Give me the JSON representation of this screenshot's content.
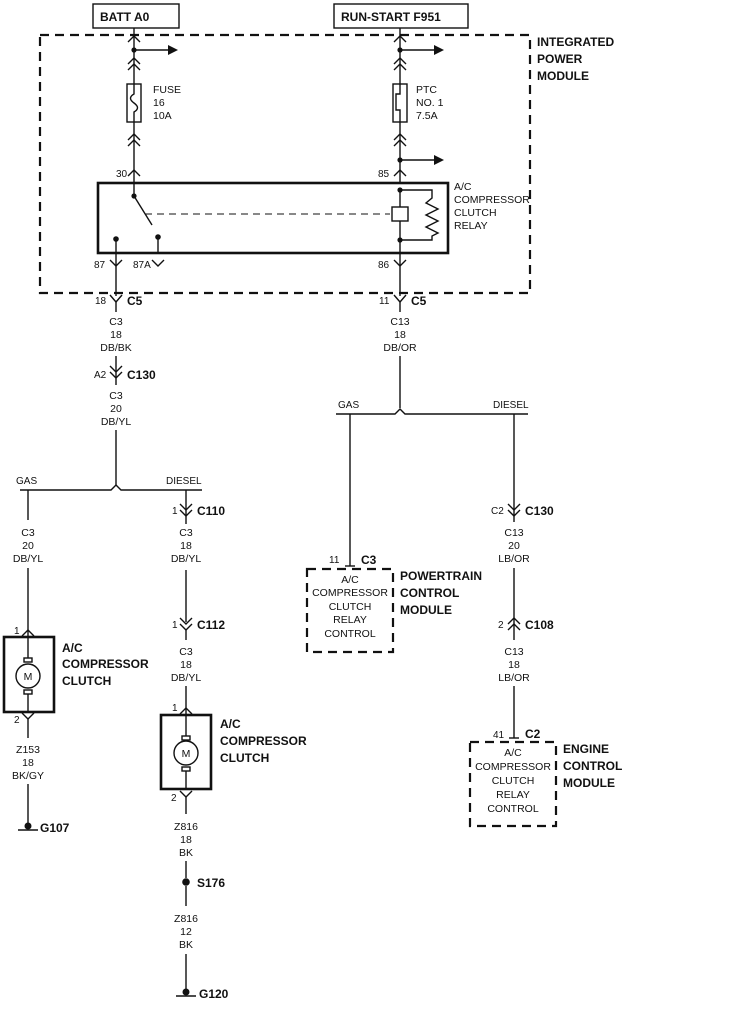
{
  "sources": {
    "batt": "BATT A0",
    "run_start": "RUN-START F951"
  },
  "ipm": {
    "line1": "INTEGRATED",
    "line2": "POWER",
    "line3": "MODULE"
  },
  "fuse": {
    "l1": "FUSE",
    "l2": "16",
    "l3": "10A"
  },
  "ptc": {
    "l1": "PTC",
    "l2": "NO. 1",
    "l3": "7.5A"
  },
  "relay": {
    "l1": "A/C",
    "l2": "COMPRESSOR",
    "l3": "CLUTCH",
    "l4": "RELAY",
    "pin30": "30",
    "pin85": "85",
    "pin87": "87",
    "pin87a": "87A",
    "pin86": "86"
  },
  "left": {
    "c5_pin": "18",
    "c5": "C5",
    "w1": {
      "circuit": "C3",
      "gauge": "18",
      "color": "DB/BK"
    },
    "c130_pin": "A2",
    "c130": "C130",
    "w2": {
      "circuit": "C3",
      "gauge": "20",
      "color": "DB/YL"
    },
    "gas": "GAS",
    "diesel": "DIESEL"
  },
  "gas_branch": {
    "w": {
      "circuit": "C3",
      "gauge": "20",
      "color": "DB/YL"
    },
    "pin1": "1",
    "pin2": "2",
    "motor": "M",
    "label": {
      "l1": "A/C",
      "l2": "COMPRESSOR",
      "l3": "CLUTCH"
    },
    "gw": {
      "circuit": "Z153",
      "gauge": "18",
      "color": "BK/GY"
    },
    "ground": "G107"
  },
  "diesel_branch": {
    "c110_pin": "1",
    "c110": "C110",
    "w1": {
      "circuit": "C3",
      "gauge": "18",
      "color": "DB/YL"
    },
    "c112_pin": "1",
    "c112": "C112",
    "w2": {
      "circuit": "C3",
      "gauge": "18",
      "color": "DB/YL"
    },
    "pin1": "1",
    "pin2": "2",
    "motor": "M",
    "label": {
      "l1": "A/C",
      "l2": "COMPRESSOR",
      "l3": "CLUTCH"
    },
    "gw1": {
      "circuit": "Z816",
      "gauge": "18",
      "color": "BK"
    },
    "splice": "S176",
    "gw2": {
      "circuit": "Z816",
      "gauge": "12",
      "color": "BK"
    },
    "ground": "G120"
  },
  "right": {
    "c5_pin": "11",
    "c5": "C5",
    "w1": {
      "circuit": "C13",
      "gauge": "18",
      "color": "DB/OR"
    },
    "gas": "GAS",
    "diesel": "DIESEL"
  },
  "pcm": {
    "pin": "11",
    "conn": "C3",
    "box": {
      "l1": "A/C",
      "l2": "COMPRESSOR",
      "l3": "CLUTCH",
      "l4": "RELAY",
      "l5": "CONTROL"
    },
    "label": {
      "l1": "POWERTRAIN",
      "l2": "CONTROL",
      "l3": "MODULE"
    }
  },
  "ecm_branch": {
    "c130_pin": "C2",
    "c130": "C130",
    "w1": {
      "circuit": "C13",
      "gauge": "20",
      "color": "LB/OR"
    },
    "c108_pin": "2",
    "c108": "C108",
    "w2": {
      "circuit": "C13",
      "gauge": "18",
      "color": "LB/OR"
    },
    "pin": "41",
    "conn": "C2",
    "box": {
      "l1": "A/C",
      "l2": "COMPRESSOR",
      "l3": "CLUTCH",
      "l4": "RELAY",
      "l5": "CONTROL"
    },
    "label": {
      "l1": "ENGINE",
      "l2": "CONTROL",
      "l3": "MODULE"
    }
  }
}
